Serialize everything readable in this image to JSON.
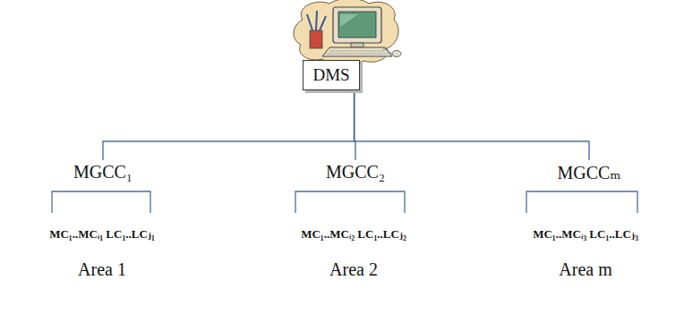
{
  "diagram": {
    "nodes": [
      {
        "text": [
          "DMS"
        ]
      },
      {
        "text": [
          "MGCC₁"
        ]
      },
      {
        "text": [
          "MGCC₂"
        ]
      },
      {
        "text": [
          "MGCCₘ"
        ]
      }
    ],
    "edges": [
      {
        "from": 0,
        "to": 1,
        "arrow": "none"
      },
      {
        "from": 0,
        "to": 2,
        "arrow": "none"
      },
      {
        "from": 0,
        "to": 3,
        "arrow": "none"
      }
    ],
    "labels": [
      "MC₁..MCᵢ₁ LC₁..LCⱼ₁",
      "Area 1",
      "MC₁..MCᵢ₂ LC₁..LCⱼ₂",
      "Area 2",
      "MC₁..MCᵢ₃ LC₁..LCⱼ₃",
      "Area m"
    ]
  }
}
